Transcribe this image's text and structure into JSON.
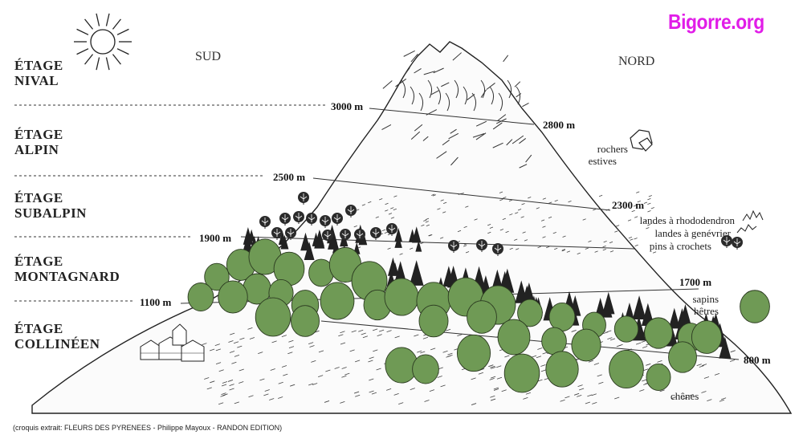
{
  "site": {
    "brand": "Bigorre.org"
  },
  "orientation": {
    "south": "SUD",
    "north": "NORD"
  },
  "stages": [
    {
      "line1": "ÉTAGE",
      "line2": "NIVAL"
    },
    {
      "line1": "ÉTAGE",
      "line2": "ALPIN"
    },
    {
      "line1": "ÉTAGE",
      "line2": "SUBALPIN"
    },
    {
      "line1": "ÉTAGE",
      "line2": "MONTAGNARD"
    },
    {
      "line1": "ÉTAGE",
      "line2": "COLLINÉEN"
    }
  ],
  "altitudes_south": [
    "3000 m",
    "2500 m",
    "1900 m",
    "1100 m"
  ],
  "altitudes_north": [
    "2800 m",
    "2300 m",
    "1700 m",
    "800 m"
  ],
  "vegetation": {
    "rocks": "rochers",
    "summer_pastures": "estives",
    "rhododendron": "landes à rhododendron",
    "juniper": "landes à genévrier",
    "hook_pines": "pins à crochets",
    "firs": "sapins",
    "beeches": "hêtres",
    "oaks": "chênes"
  },
  "credit": "(croquis extrait: FLEURS DES PYRENEES - Philippe Mayoux - RANDON EDITION)",
  "colors": {
    "tree_green": "#6f9a55",
    "tree_outline": "#2b3a20",
    "brand": "#e11de8"
  }
}
